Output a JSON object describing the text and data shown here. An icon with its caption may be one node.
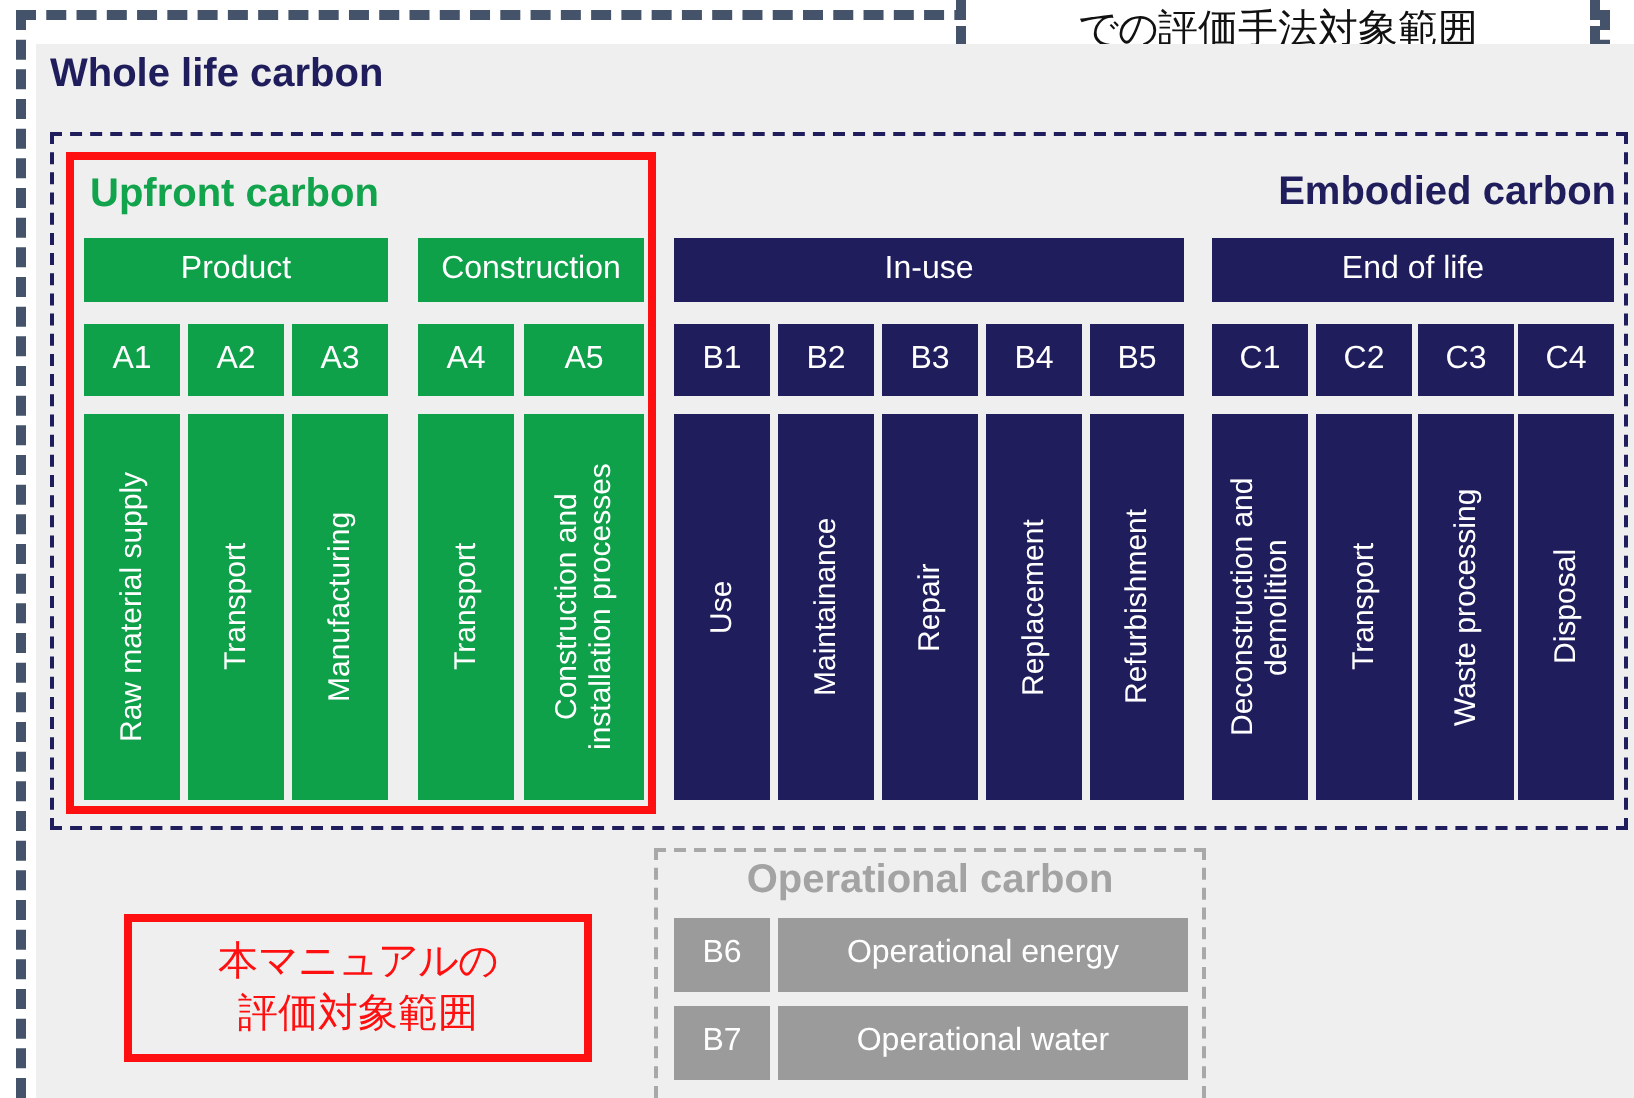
{
  "diagram": {
    "nodes": [
      {
        "text": [
          "での評価手法対象範囲"
        ]
      },
      {
        "text": [
          "Whole life carbon"
        ],
        "in": 0
      },
      {
        "text": [
          "Embodied carbon"
        ],
        "in": 1
      },
      {
        "text": [
          "Upfront carbon"
        ],
        "in": 2
      },
      {
        "text": [
          "Product"
        ],
        "in": 3
      },
      {
        "text": [
          "Construction"
        ],
        "in": 3
      },
      {
        "text": [
          "In-use"
        ],
        "in": 2
      },
      {
        "text": [
          "End of life"
        ],
        "in": 2
      },
      {
        "text": [
          "A1"
        ],
        "in": 3
      },
      {
        "text": [
          "A2"
        ],
        "in": 3
      },
      {
        "text": [
          "A3"
        ],
        "in": 3
      },
      {
        "text": [
          "A4"
        ],
        "in": 3
      },
      {
        "text": [
          "A5"
        ],
        "in": 3
      },
      {
        "text": [
          "B1"
        ],
        "in": 2
      },
      {
        "text": [
          "B2"
        ],
        "in": 2
      },
      {
        "text": [
          "B3"
        ],
        "in": 2
      },
      {
        "text": [
          "B4"
        ],
        "in": 2
      },
      {
        "text": [
          "B5"
        ],
        "in": 2
      },
      {
        "text": [
          "C1"
        ],
        "in": 2
      },
      {
        "text": [
          "C2"
        ],
        "in": 2
      },
      {
        "text": [
          "C3"
        ],
        "in": 2
      },
      {
        "text": [
          "C4"
        ],
        "in": 2
      },
      {
        "text": [
          "Raw material supply"
        ],
        "in": 3
      },
      {
        "text": [
          "Transport"
        ],
        "in": 3
      },
      {
        "text": [
          "Manufacturing"
        ],
        "in": 3
      },
      {
        "text": [
          "Transport"
        ],
        "in": 3
      },
      {
        "text": [
          "Construction and installation processes"
        ],
        "in": 3
      },
      {
        "text": [
          "Use"
        ],
        "in": 2
      },
      {
        "text": [
          "Maintainance"
        ],
        "in": 2
      },
      {
        "text": [
          "Repair"
        ],
        "in": 2
      },
      {
        "text": [
          "Replacement"
        ],
        "in": 2
      },
      {
        "text": [
          "Refurbishment"
        ],
        "in": 2
      },
      {
        "text": [
          "Deconstruction and demolition"
        ],
        "in": 2
      },
      {
        "text": [
          "Transport"
        ],
        "in": 2
      },
      {
        "text": [
          "Waste processing"
        ],
        "in": 2
      },
      {
        "text": [
          "Disposal"
        ],
        "in": 2
      },
      {
        "text": [
          "本マニュアルの評価対象範囲"
        ],
        "in": 1
      },
      {
        "text": [
          "Operational carbon"
        ],
        "in": 1
      },
      {
        "text": [
          "B6"
        ],
        "in": 37
      },
      {
        "text": [
          "Operational energy"
        ],
        "in": 37
      },
      {
        "text": [
          "B7"
        ],
        "in": 37
      },
      {
        "text": [
          "Operational water"
        ],
        "in": 37
      }
    ]
  }
}
